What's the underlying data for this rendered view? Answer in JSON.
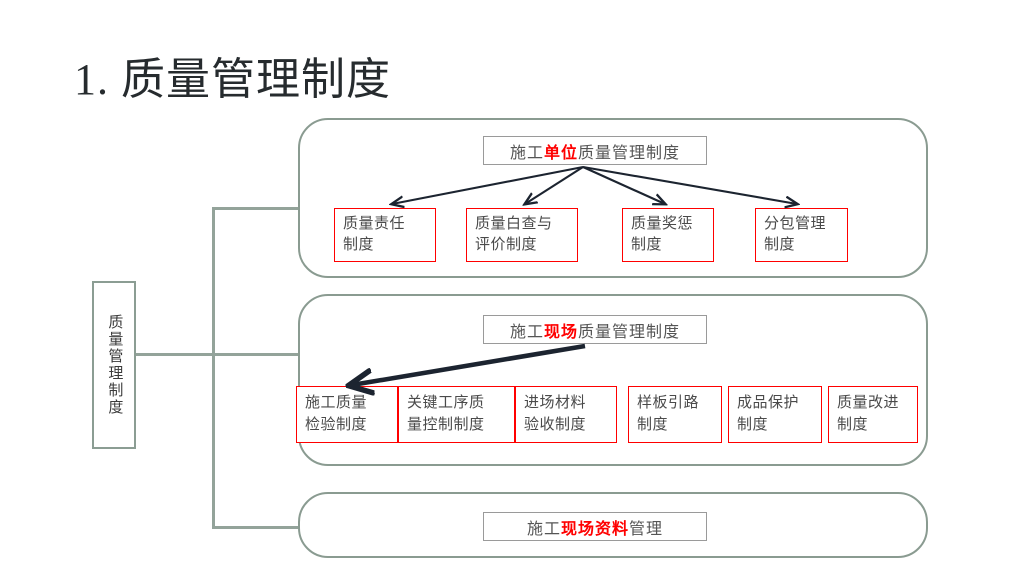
{
  "slide": {
    "title": "1. 质量管理制度",
    "background_color": "#ffffff",
    "connector_color": "#93a39a",
    "container_border_color": "#8a9b91",
    "leaf_border_color": "#ff0000",
    "accent_color": "#ff0000",
    "text_color": "#4a4a4a"
  },
  "root": {
    "label": "质量管理制度"
  },
  "groups": [
    {
      "header": {
        "prefix": "施工",
        "emphasis": "单位",
        "suffix": "质量管理制度",
        "full_text": "施工单位质量管理制度"
      },
      "items": [
        {
          "line1": "质量责任",
          "line2": "制度"
        },
        {
          "line1": "质量白查与",
          "line2": "评价制度"
        },
        {
          "line1": "质量奖惩",
          "line2": "制度"
        },
        {
          "line1": "分包管理",
          "line2": "制度"
        }
      ]
    },
    {
      "header": {
        "prefix": "施工",
        "emphasis": "现场",
        "suffix": "质量管理制度",
        "full_text": "施工现场质量管理制度"
      },
      "items": [
        {
          "line1": "施工质量",
          "line2": "检验制度"
        },
        {
          "line1": "关键工序质",
          "line2": "量控制制度"
        },
        {
          "line1": "进场材料",
          "line2": "验收制度"
        },
        {
          "line1": "样板引路",
          "line2": "制度"
        },
        {
          "line1": "成品保护",
          "line2": "制度"
        },
        {
          "line1": "质量改进",
          "line2": "制度"
        }
      ]
    },
    {
      "header": {
        "prefix": "施工",
        "emphasis": "现场资料",
        "suffix": "管理",
        "full_text": "施工现场资料管理"
      },
      "items": []
    }
  ]
}
